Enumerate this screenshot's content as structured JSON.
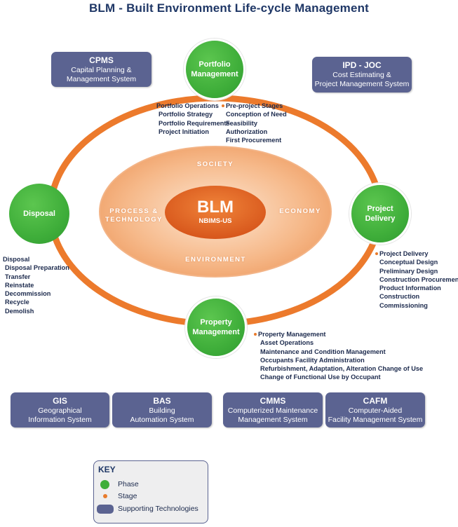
{
  "title": "BLM - Built Environment Life-cycle Management",
  "core": {
    "title": "BLM",
    "subtitle": "NBIMS-US"
  },
  "ring_labels": {
    "top": "SOCIETY",
    "left": "PROCESS & TECHNOLOGY",
    "right": "ECONOMY",
    "bottom": "ENVIRONMENT"
  },
  "phases": {
    "portfolio": [
      "Portfolio",
      "Management"
    ],
    "project": [
      "Project",
      "Delivery"
    ],
    "property": [
      "Property",
      "Management"
    ],
    "disposal": [
      "Disposal"
    ]
  },
  "lists": {
    "portfolio_left": [
      "Portfolio Operations",
      "Portfolio Strategy",
      "Portfolio Requirements",
      "Project Initiation"
    ],
    "portfolio_right": [
      "Pre-project Stages",
      "Conception of Need",
      "Feasibility",
      "Authorization",
      "First Procurement"
    ],
    "project": [
      "Project  Delivery",
      "Conceptual Design",
      "Preliminary Design",
      "Construction Procurement",
      "Product Information",
      "Construction",
      "Commissioning"
    ],
    "property": [
      "Property Management",
      "Asset Operations",
      "Maintenance and Condition  Management",
      "Occupants Facility Administration",
      "Refurbishment, Adaptation, Alteration Change of Use",
      "Change of Functional Use by Occupant"
    ],
    "disposal": [
      "Disposal",
      "Disposal Preparation",
      "Transfer",
      "Reinstate",
      "Decommission",
      "Recycle",
      "Demolish"
    ]
  },
  "tech": {
    "cpms": {
      "title": "CPMS",
      "lines": [
        "Capital Planning &",
        "Management System"
      ]
    },
    "ipd": {
      "title": "IPD - JOC",
      "lines": [
        "Cost Estimating &",
        "Project Management System"
      ]
    },
    "gis": {
      "title": "GIS",
      "lines": [
        "Geographical",
        "Information System"
      ]
    },
    "bas": {
      "title": "BAS",
      "lines": [
        "Building",
        "Automation System"
      ]
    },
    "cmms": {
      "title": "CMMS",
      "lines": [
        "Computerized Maintenance",
        "Management System"
      ]
    },
    "cafm": {
      "title": "CAFM",
      "lines": [
        "Computer-Aided",
        "Facility Management System"
      ]
    }
  },
  "key": {
    "title": "KEY",
    "items": [
      "Phase",
      "Stage",
      "Supporting Technologies"
    ],
    "colors": {
      "phase": "#3fae3a",
      "stage": "#e87b2c",
      "tech": "#5b6391"
    }
  }
}
